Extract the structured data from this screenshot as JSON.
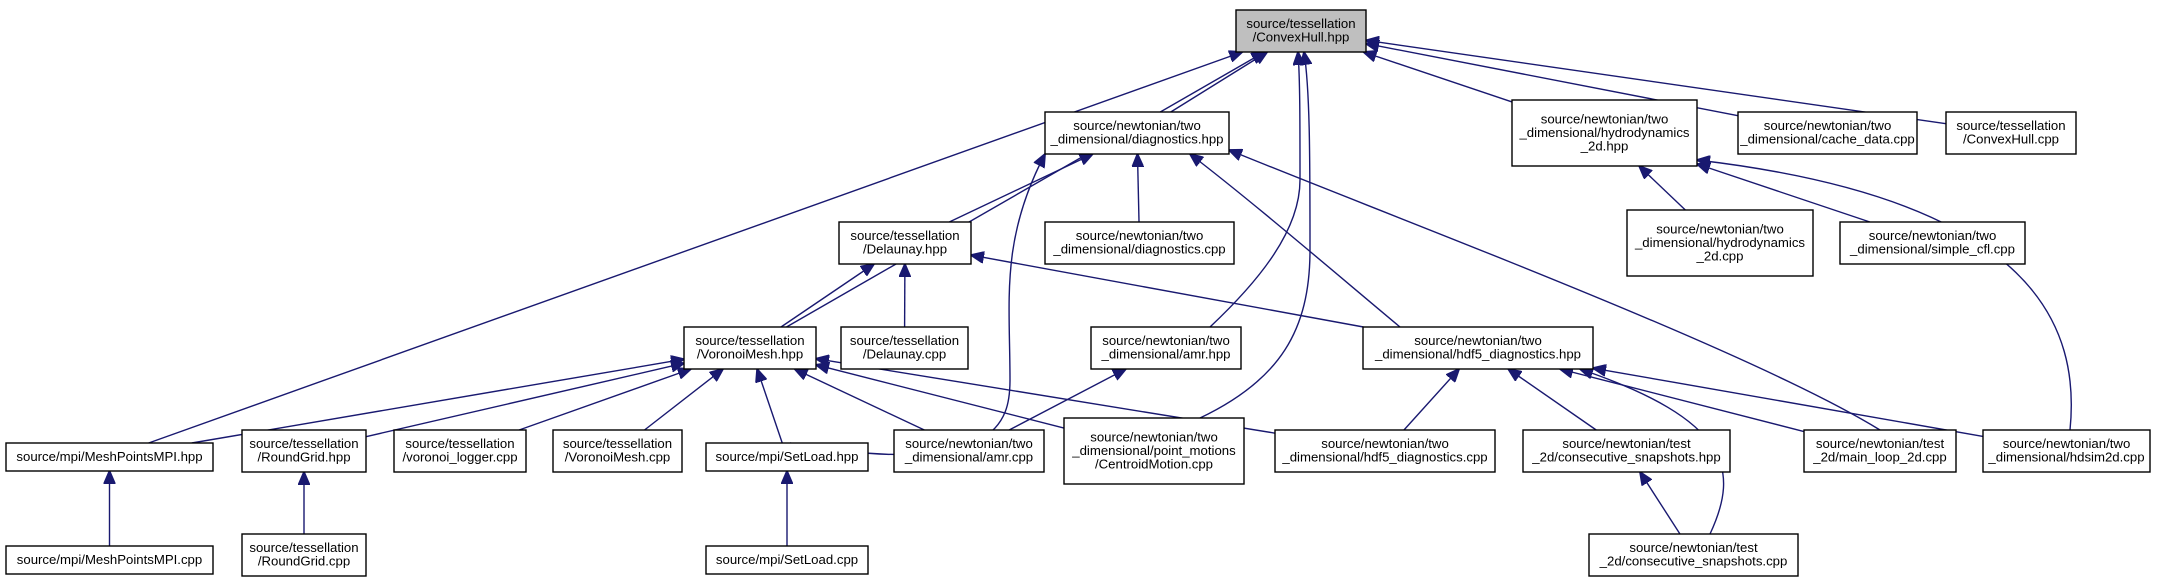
{
  "graph": {
    "colors": {
      "edge": "#191970",
      "root_fill": "#bfbfbf",
      "node_fill": "#ffffff",
      "node_border": "#000000"
    },
    "nodes": [
      {
        "id": "convexhull_hpp",
        "root": true,
        "lines": [
          "source/tessellation",
          "/ConvexHull.hpp"
        ]
      },
      {
        "id": "diagnostics_hpp",
        "lines": [
          "source/newtonian/two",
          "_dimensional/diagnostics.hpp"
        ]
      },
      {
        "id": "hydrodynamics_2d_hpp",
        "lines": [
          "source/newtonian/two",
          "_dimensional/hydrodynamics",
          "_2d.hpp"
        ]
      },
      {
        "id": "cache_data_cpp",
        "lines": [
          "source/newtonian/two",
          "_dimensional/cache_data.cpp"
        ]
      },
      {
        "id": "convexhull_cpp",
        "lines": [
          "source/tessellation",
          "/ConvexHull.cpp"
        ]
      },
      {
        "id": "delaunay_hpp",
        "lines": [
          "source/tessellation",
          "/Delaunay.hpp"
        ]
      },
      {
        "id": "diagnostics_cpp",
        "lines": [
          "source/newtonian/two",
          "_dimensional/diagnostics.cpp"
        ]
      },
      {
        "id": "hydrodynamics_2d_cpp",
        "lines": [
          "source/newtonian/two",
          "_dimensional/hydrodynamics",
          "_2d.cpp"
        ]
      },
      {
        "id": "simple_cfl_cpp",
        "lines": [
          "source/newtonian/two",
          "_dimensional/simple_cfl.cpp"
        ]
      },
      {
        "id": "voronoimesh_hpp",
        "lines": [
          "source/tessellation",
          "/VoronoiMesh.hpp"
        ]
      },
      {
        "id": "delaunay_cpp",
        "lines": [
          "source/tessellation",
          "/Delaunay.cpp"
        ]
      },
      {
        "id": "amr_hpp",
        "lines": [
          "source/newtonian/two",
          "_dimensional/amr.hpp"
        ]
      },
      {
        "id": "hdf5_diagnostics_hpp",
        "lines": [
          "source/newtonian/two",
          "_dimensional/hdf5_diagnostics.hpp"
        ]
      },
      {
        "id": "meshpointsmpi_hpp",
        "lines": [
          "source/mpi/MeshPointsMPI.hpp"
        ]
      },
      {
        "id": "roundgrid_hpp",
        "lines": [
          "source/tessellation",
          "/RoundGrid.hpp"
        ]
      },
      {
        "id": "voronoi_logger_cpp",
        "lines": [
          "source/tessellation",
          "/voronoi_logger.cpp"
        ]
      },
      {
        "id": "voronoimesh_cpp",
        "lines": [
          "source/tessellation",
          "/VoronoiMesh.cpp"
        ]
      },
      {
        "id": "setload_hpp",
        "lines": [
          "source/mpi/SetLoad.hpp"
        ]
      },
      {
        "id": "amr_cpp",
        "lines": [
          "source/newtonian/two",
          "_dimensional/amr.cpp"
        ]
      },
      {
        "id": "centroidmotion_cpp",
        "lines": [
          "source/newtonian/two",
          "_dimensional/point_motions",
          "/CentroidMotion.cpp"
        ]
      },
      {
        "id": "hdf5_diagnostics_cpp",
        "lines": [
          "source/newtonian/two",
          "_dimensional/hdf5_diagnostics.cpp"
        ]
      },
      {
        "id": "consecutive_snapshots_hpp",
        "lines": [
          "source/newtonian/test",
          "_2d/consecutive_snapshots.hpp"
        ]
      },
      {
        "id": "main_loop_2d_cpp",
        "lines": [
          "source/newtonian/test",
          "_2d/main_loop_2d.cpp"
        ]
      },
      {
        "id": "hdsim2d_cpp",
        "lines": [
          "source/newtonian/two",
          "_dimensional/hdsim2d.cpp"
        ]
      },
      {
        "id": "meshpointsmpi_cpp",
        "lines": [
          "source/mpi/MeshPointsMPI.cpp"
        ]
      },
      {
        "id": "roundgrid_cpp",
        "lines": [
          "source/tessellation",
          "/RoundGrid.cpp"
        ]
      },
      {
        "id": "setload_cpp",
        "lines": [
          "source/mpi/SetLoad.cpp"
        ]
      },
      {
        "id": "consecutive_snapshots_cpp",
        "lines": [
          "source/newtonian/test",
          "_2d/consecutive_snapshots.cpp"
        ]
      }
    ],
    "edges": [
      {
        "from": "diagnostics_hpp",
        "to": "convexhull_hpp"
      },
      {
        "from": "hydrodynamics_2d_hpp",
        "to": "convexhull_hpp"
      },
      {
        "from": "cache_data_cpp",
        "to": "convexhull_hpp"
      },
      {
        "from": "convexhull_cpp",
        "to": "convexhull_hpp"
      },
      {
        "from": "meshpointsmpi_hpp",
        "to": "convexhull_hpp"
      },
      {
        "from": "voronoimesh_hpp",
        "to": "convexhull_hpp"
      },
      {
        "from": "amr_hpp",
        "to": "convexhull_hpp"
      },
      {
        "from": "centroidmotion_cpp",
        "to": "convexhull_hpp"
      },
      {
        "from": "delaunay_hpp",
        "to": "diagnostics_hpp"
      },
      {
        "from": "diagnostics_cpp",
        "to": "diagnostics_hpp"
      },
      {
        "from": "setload_hpp",
        "to": "diagnostics_hpp"
      },
      {
        "from": "hdf5_diagnostics_hpp",
        "to": "diagnostics_hpp"
      },
      {
        "from": "main_loop_2d_cpp",
        "to": "diagnostics_hpp"
      },
      {
        "from": "hydrodynamics_2d_cpp",
        "to": "hydrodynamics_2d_hpp"
      },
      {
        "from": "simple_cfl_cpp",
        "to": "hydrodynamics_2d_hpp"
      },
      {
        "from": "hdsim2d_cpp",
        "to": "hydrodynamics_2d_hpp"
      },
      {
        "from": "voronoimesh_hpp",
        "to": "delaunay_hpp"
      },
      {
        "from": "delaunay_cpp",
        "to": "delaunay_hpp"
      },
      {
        "from": "hdf5_diagnostics_hpp",
        "to": "delaunay_hpp"
      },
      {
        "from": "meshpointsmpi_hpp",
        "to": "voronoimesh_hpp"
      },
      {
        "from": "roundgrid_hpp",
        "to": "voronoimesh_hpp"
      },
      {
        "from": "voronoi_logger_cpp",
        "to": "voronoimesh_hpp"
      },
      {
        "from": "voronoimesh_cpp",
        "to": "voronoimesh_hpp"
      },
      {
        "from": "setload_hpp",
        "to": "voronoimesh_hpp"
      },
      {
        "from": "amr_cpp",
        "to": "voronoimesh_hpp"
      },
      {
        "from": "centroidmotion_cpp",
        "to": "voronoimesh_hpp"
      },
      {
        "from": "hdf5_diagnostics_cpp",
        "to": "voronoimesh_hpp"
      },
      {
        "from": "amr_cpp",
        "to": "amr_hpp"
      },
      {
        "from": "hdf5_diagnostics_cpp",
        "to": "hdf5_diagnostics_hpp"
      },
      {
        "from": "consecutive_snapshots_hpp",
        "to": "hdf5_diagnostics_hpp"
      },
      {
        "from": "main_loop_2d_cpp",
        "to": "hdf5_diagnostics_hpp"
      },
      {
        "from": "hdsim2d_cpp",
        "to": "hdf5_diagnostics_hpp"
      },
      {
        "from": "consecutive_snapshots_cpp",
        "to": "hdf5_diagnostics_hpp"
      },
      {
        "from": "meshpointsmpi_cpp",
        "to": "meshpointsmpi_hpp"
      },
      {
        "from": "roundgrid_cpp",
        "to": "roundgrid_hpp"
      },
      {
        "from": "setload_cpp",
        "to": "setload_hpp"
      },
      {
        "from": "consecutive_snapshots_cpp",
        "to": "consecutive_snapshots_hpp"
      }
    ]
  }
}
